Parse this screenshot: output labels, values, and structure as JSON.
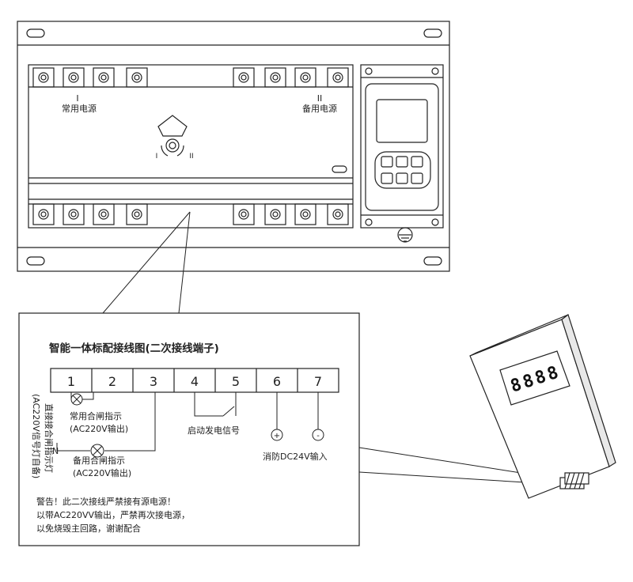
{
  "device": {
    "source1_roman": "I",
    "source1_label": "常用电源",
    "source2_roman": "II",
    "source2_label": "备用电源",
    "handle_pos1": "I",
    "handle_pos2": "II"
  },
  "wiring": {
    "title": "智能一体标配接线图(二次接线端子)",
    "terminals": [
      "1",
      "2",
      "3",
      "4",
      "5",
      "6",
      "7"
    ],
    "side_label_1": "直接接合闸指示灯",
    "side_label_2": "(AC220V信号灯自备)",
    "lamp1_line1": "常用合闸指示",
    "lamp1_line2": "(AC220V输出)",
    "neutral": "N",
    "lamp2_line1": "备用合闸指示",
    "lamp2_line2": "(AC220V输出)",
    "gen_signal": "启动发电信号",
    "plus": "+",
    "minus": "-",
    "fire_input": "消防DC24V输入",
    "warning_1": "警告！此二次接线严禁接有源电源！",
    "warning_2": "以带AC220VV输出，严禁再次接电源，",
    "warning_3": "以免烧毁主回路，谢谢配合"
  },
  "remote": {
    "display": "8888"
  }
}
